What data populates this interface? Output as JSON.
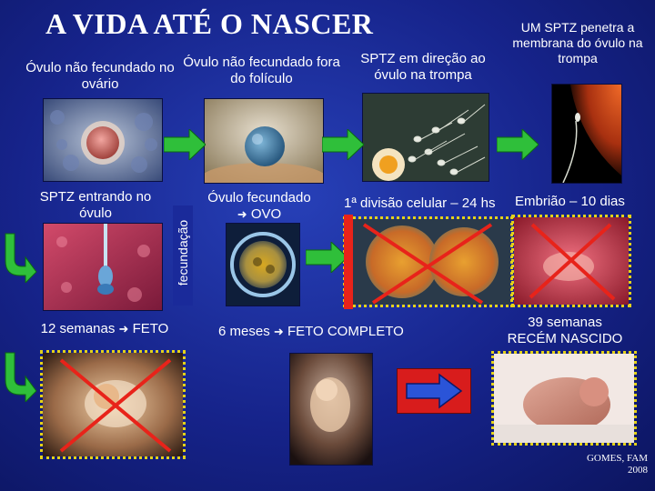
{
  "title": "A VIDA ATÉ O NASCER",
  "labels": {
    "ovario": "Óvulo não fecundado no ovário",
    "fora_foliculo": "Óvulo não fecundado fora do folículo",
    "direcao": "SPTZ em direção ao óvulo na trompa",
    "penetra": "UM SPTZ penetra a membrana do óvulo na trompa",
    "entrando": "SPTZ entrando no óvulo",
    "fecundado": "Óvulo fecundado",
    "ovo": "OVO",
    "divisao": "1ª divisão celular – 24 hs",
    "embriao": "Embrião – 10 dias",
    "semanas12": "12 semanas",
    "feto": "FETO",
    "meses6": "6 meses",
    "feto_completo": "FETO COMPLETO",
    "semanas39": "39 semanas",
    "recem": "RECÉM NASCIDO",
    "fecundacao": "fecundação"
  },
  "credit": {
    "line1": "GOMES, FAM",
    "line2": "2008"
  },
  "colors": {
    "background": "#1a2a9a",
    "arrow_green": "#2fbf3a",
    "cross_red": "#e8231a",
    "dotted_yellow": "#e3d21a",
    "blue_arrow_box": "#d81c1c"
  },
  "icons": [
    "right-arrow-icon",
    "curved-arrow-icon",
    "cross-mark-icon",
    "bullet-arrow-icon"
  ]
}
